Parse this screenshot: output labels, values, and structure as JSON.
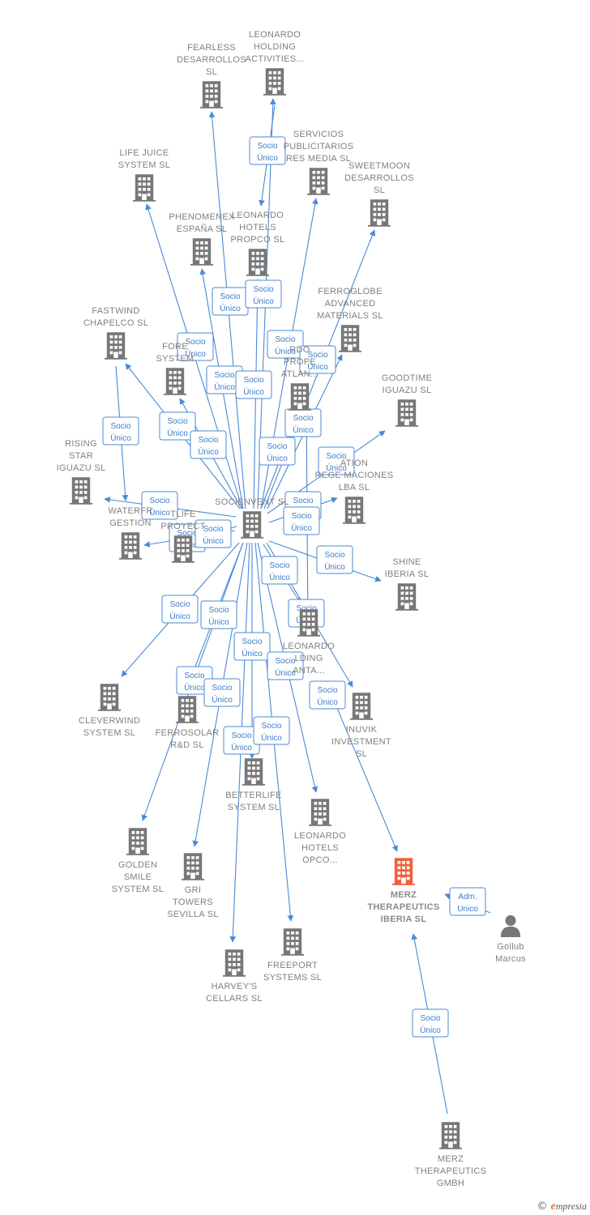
{
  "colors": {
    "edge": "#4a8ad6",
    "building": "#777777",
    "highlight": "#f0603a",
    "label": "#808080"
  },
  "badges": {
    "socio": [
      "Socio",
      "Único"
    ],
    "adm": [
      "Adm.",
      "Unico"
    ]
  },
  "footer": {
    "copyright": "©",
    "brand_first": "e",
    "brand_rest": "mpresia"
  },
  "nodes": [
    {
      "id": "fearless",
      "label": [
        "FEARLESS",
        "DESARROLLOS",
        "SL"
      ],
      "icon": "building-icon"
    },
    {
      "id": "leonardo_holding_act",
      "label": [
        "LEONARDO",
        "HOLDING",
        "ACTIVITIES..."
      ],
      "icon": "building-icon"
    },
    {
      "id": "servicios",
      "label": [
        "SERVICIOS",
        "PUBLICITARIOS",
        "RES MEDIA  SL"
      ],
      "icon": "building-icon"
    },
    {
      "id": "lifejuice",
      "label": [
        "LIFE JUICE",
        "SYSTEM  SL"
      ],
      "icon": "building-icon"
    },
    {
      "id": "sweetmoon",
      "label": [
        "SWEETMOON",
        "DESARROLLOS",
        "SL"
      ],
      "icon": "building-icon"
    },
    {
      "id": "phenomenex",
      "label": [
        "PHENOMENEX",
        "ESPAÑA  SL"
      ],
      "icon": "building-icon"
    },
    {
      "id": "leonardo_propco",
      "label": [
        "LEONARDO",
        "HOTELS",
        "PROPCO  SL"
      ],
      "icon": "building-icon"
    },
    {
      "id": "ferroglobe",
      "label": [
        "FERROGLOBE",
        "ADVANCED",
        "MATERIALS  SL"
      ],
      "icon": "building-icon"
    },
    {
      "id": "fastwind",
      "label": [
        "FASTWIND",
        "CHAPELCO  SL"
      ],
      "icon": "building-icon"
    },
    {
      "id": "fore_system",
      "label": [
        "FORE",
        "SYSTEM"
      ],
      "icon": "building-icon"
    },
    {
      "id": "props_atlan",
      "label": [
        "RDO",
        "PROPE",
        "ATLAN..."
      ],
      "icon": "building-icon"
    },
    {
      "id": "goodtime",
      "label": [
        "GOODTIME",
        "IGUAZU  SL"
      ],
      "icon": "building-icon"
    },
    {
      "id": "rising_star",
      "label": [
        "RISING",
        "STAR",
        "IGUAZU SL"
      ],
      "icon": "building-icon"
    },
    {
      "id": "inversiones_lba",
      "label": [
        "ATION",
        "REGE MACIONES",
        "LBA  SL"
      ],
      "icon": "building-icon"
    },
    {
      "id": "socienvent",
      "label": [
        "SOCIENVENT  SL"
      ],
      "icon": "building-icon"
    },
    {
      "id": "waterfront",
      "label": [
        "WATERFR",
        "GESTION"
      ],
      "icon": "building-icon"
    },
    {
      "id": "netlife",
      "label": [
        "TLIFE",
        "PROYECT"
      ],
      "icon": "building-icon"
    },
    {
      "id": "shine",
      "label": [
        "SHINE",
        "IBERIA  SL"
      ],
      "icon": "building-icon"
    },
    {
      "id": "leonardo_holding_canta",
      "label": [
        "LEONARDO",
        "LDING",
        "ANTA..."
      ],
      "icon": "building-icon"
    },
    {
      "id": "cleverwind",
      "label": [
        "CLEVERWIND",
        "SYSTEM  SL"
      ],
      "icon": "building-icon"
    },
    {
      "id": "ferrosolar",
      "label": [
        "FERROSOLAR",
        "R&D  SL"
      ],
      "icon": "building-icon"
    },
    {
      "id": "inuvik",
      "label": [
        "INUVIK",
        "INVESTMENT",
        "SL"
      ],
      "icon": "building-icon"
    },
    {
      "id": "betterlife",
      "label": [
        "BETTERLIFE",
        "SYSTEM  SL"
      ],
      "icon": "building-icon"
    },
    {
      "id": "leonardo_opco",
      "label": [
        "LEONARDO",
        "HOTELS",
        "OPCO..."
      ],
      "icon": "building-icon"
    },
    {
      "id": "golden_smile",
      "label": [
        "GOLDEN",
        "SMILE",
        "SYSTEM  SL"
      ],
      "icon": "building-icon"
    },
    {
      "id": "gri_towers",
      "label": [
        "GRI",
        "TOWERS",
        "SEVILLA  SL"
      ],
      "icon": "building-icon"
    },
    {
      "id": "merz_iberia",
      "label": [
        "MERZ",
        "THERAPEUTICS",
        "IBERIA  SL"
      ],
      "icon": "building-icon",
      "highlight": true
    },
    {
      "id": "gollub",
      "label": [
        "Gollub",
        "Marcus"
      ],
      "icon": "person-icon"
    },
    {
      "id": "harveys",
      "label": [
        "HARVEY'S",
        "CELLARS  SL"
      ],
      "icon": "building-icon"
    },
    {
      "id": "freeport",
      "label": [
        "FREEPORT",
        "SYSTEMS  SL"
      ],
      "icon": "building-icon"
    },
    {
      "id": "merz_gmbh",
      "label": [
        "MERZ",
        "THERAPEUTICS",
        "GMBH"
      ],
      "icon": "building-icon"
    }
  ]
}
